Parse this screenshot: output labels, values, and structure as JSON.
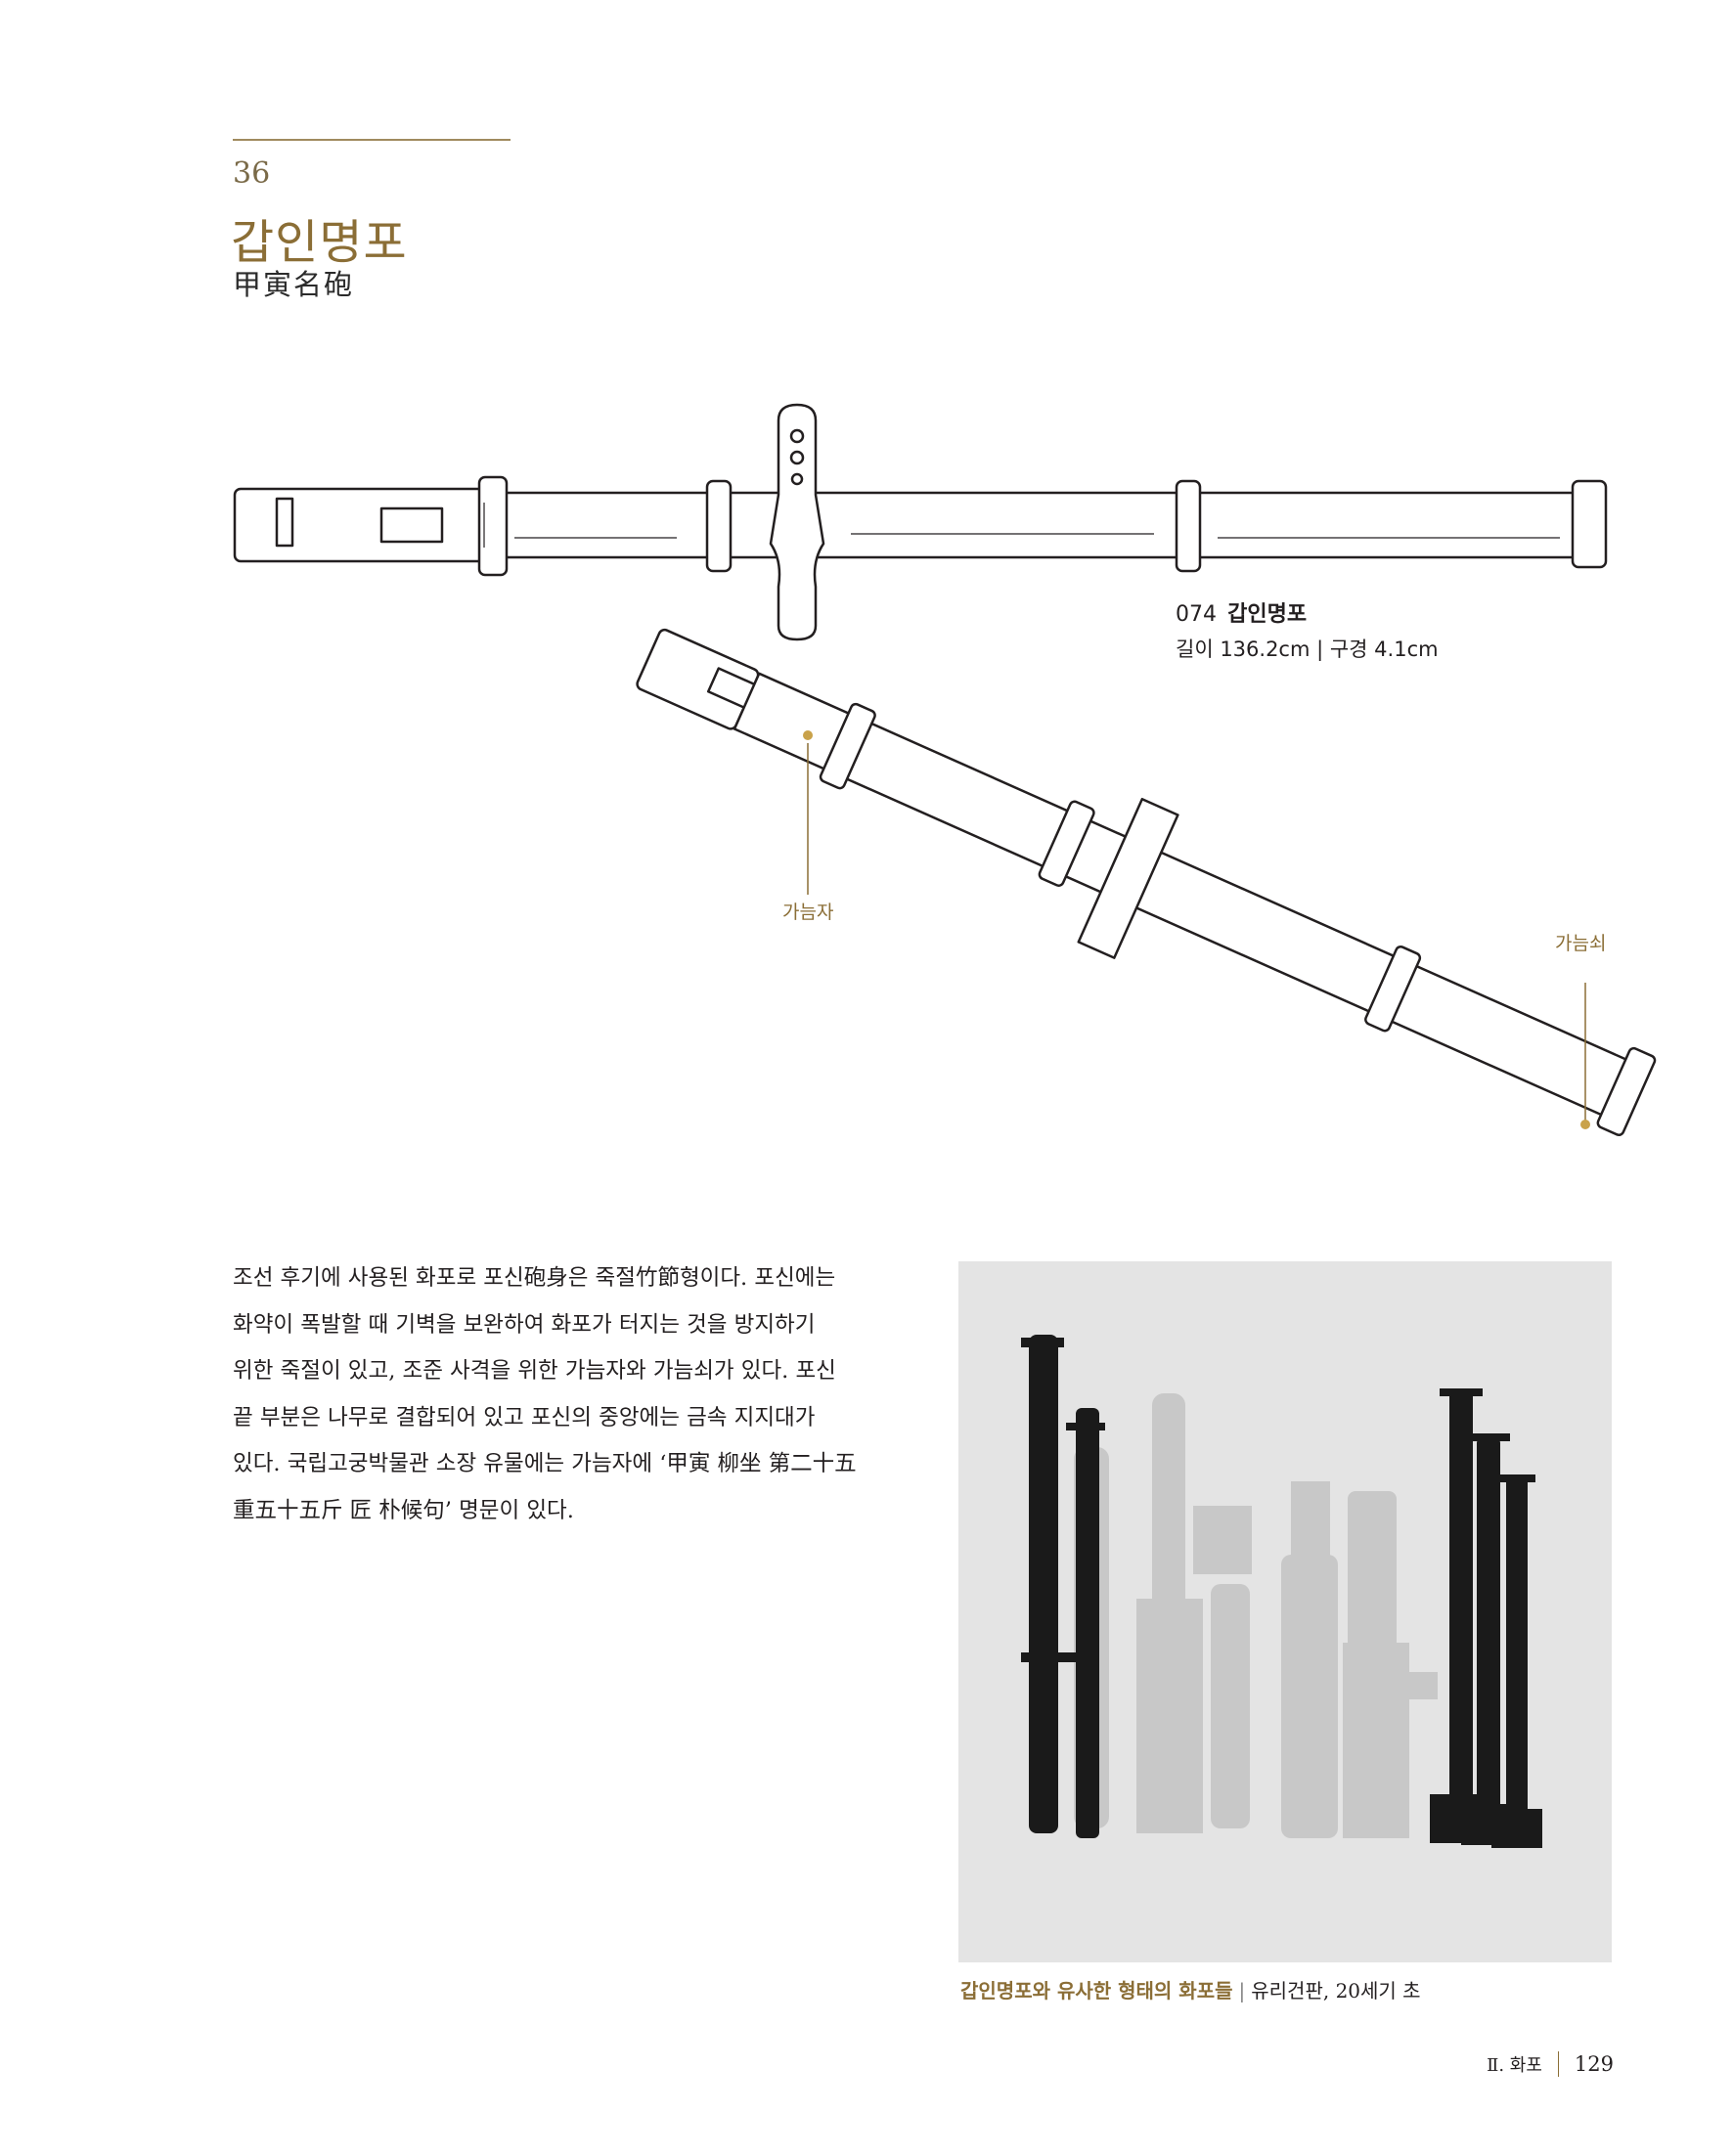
{
  "header": {
    "entry_number": "36",
    "title_korean": "갑인명포",
    "title_hanja": "甲寅名砲"
  },
  "figure_caption": {
    "number": "074",
    "name": "갑인명포",
    "specs": "길이 136.2cm | 구경 4.1cm"
  },
  "callouts": {
    "front_sight": "가늠자",
    "rear_sight": "가늠쇠"
  },
  "body_text": [
    "조선 후기에 사용된 화포로 포신砲身은 죽절竹節형이다. 포신에는",
    "화약이 폭발할 때 기벽을 보완하여 화포가 터지는 것을 방지하기",
    "위한 죽절이 있고, 조준 사격을 위한 가늠자와 가늠쇠가 있다. 포신",
    "끝 부분은 나무로 결합되어 있고 포신의 중앙에는 금속 지지대가",
    "있다. 국립고궁박물관 소장 유물에는 가늠자에 ‘甲寅 柳坐 第二十五",
    "重五十五斤 匠 朴候句’ 명문이 있다."
  ],
  "photo_caption": {
    "title": "갑인명포와 유사한 형태의 화포들",
    "source": "유리건판, 20세기 초"
  },
  "footer": {
    "section": "Ⅱ. 화포",
    "page_number": "129"
  },
  "colors": {
    "accent_gold": "#8b6e36",
    "rule": "#a08a5e",
    "photo_bg": "#e4e4e4"
  }
}
